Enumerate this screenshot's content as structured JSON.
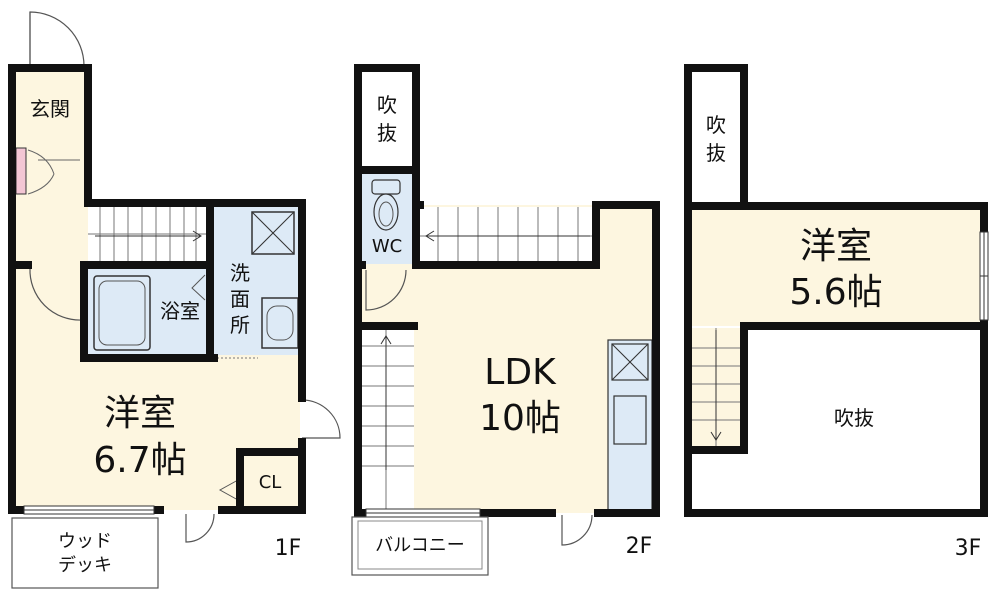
{
  "floor1": {
    "label": "1F",
    "genkan": "玄関",
    "bath": "浴室",
    "washroom": [
      "洗",
      "面",
      "所"
    ],
    "room_name": "洋室",
    "room_size": "6.7帖",
    "closet": "CL",
    "deck": [
      "ウッド",
      "デッキ"
    ]
  },
  "floor2": {
    "label": "2F",
    "void": [
      "吹",
      "抜"
    ],
    "wc": "WC",
    "room_name": "LDK",
    "room_size": "10帖",
    "balcony": "バルコニー"
  },
  "floor3": {
    "label": "3F",
    "void_small": [
      "吹",
      "抜"
    ],
    "room_name": "洋室",
    "room_size": "5.6帖",
    "void_large": "吹抜"
  },
  "colors": {
    "wall": "#111111",
    "room_fill": "#fdf6e0",
    "wet_fill": "#ddeaf6",
    "white": "#ffffff",
    "thin_line": "#555555"
  }
}
